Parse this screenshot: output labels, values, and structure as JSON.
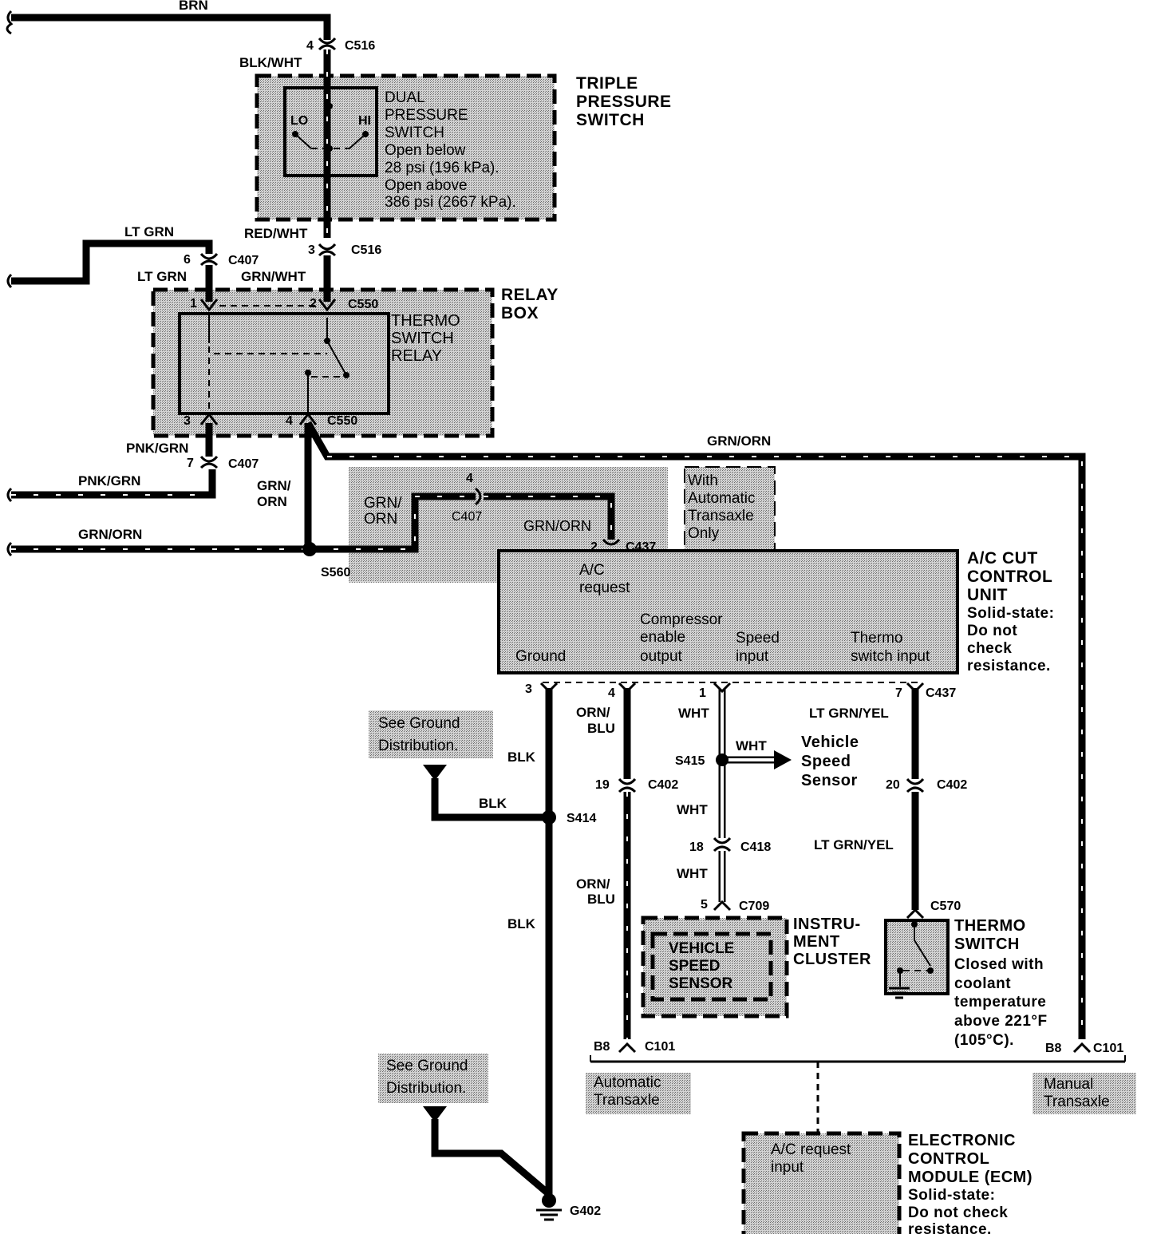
{
  "components": {
    "triple_pressure_switch": [
      "TRIPLE",
      "PRESSURE",
      "SWITCH"
    ],
    "dual_pressure_switch": [
      "DUAL",
      "PRESSURE",
      "SWITCH",
      "Open below",
      "28 psi (196 kPa).",
      "Open above",
      "386 psi (2667 kPa)."
    ],
    "switch_lo": "LO",
    "switch_hi": "HI",
    "relay_box": [
      "RELAY",
      "BOX"
    ],
    "thermo_switch_relay": [
      "THERMO",
      "SWITCH",
      "RELAY"
    ],
    "ac_cut_control_unit": [
      "A/C CUT",
      "CONTROL",
      "UNIT",
      "Solid-state:",
      "Do not",
      "check",
      "resistance."
    ],
    "ac_cut_inputs": {
      "ac_request": [
        "A/C",
        "request"
      ],
      "compressor": [
        "Compressor",
        "enable",
        "output"
      ],
      "speed": [
        "Speed",
        "input"
      ],
      "thermo": [
        "Thermo",
        "switch input"
      ],
      "ground": "Ground"
    },
    "automatic_only": [
      "With",
      "Automatic",
      "Transaxle",
      "Only"
    ],
    "vehicle_speed_sensor_out": [
      "Vehicle",
      "Speed",
      "Sensor"
    ],
    "instrument_cluster": [
      "INSTRU-",
      "MENT",
      "CLUSTER"
    ],
    "vss_box": [
      "VEHICLE",
      "SPEED",
      "SENSOR"
    ],
    "thermo_switch": [
      "THERMO",
      "SWITCH",
      "Closed with",
      "coolant",
      "temperature",
      "above 221°F",
      "(105°C)."
    ],
    "see_ground_1": [
      "See Ground",
      "Distribution."
    ],
    "see_ground_2": [
      "See Ground",
      "Distribution."
    ],
    "automatic_transaxle": [
      "Automatic",
      "Transaxle"
    ],
    "manual_transaxle": [
      "Manual",
      "Transaxle"
    ],
    "ecm": [
      "ELECTRONIC",
      "CONTROL",
      "MODULE (ECM)",
      "Solid-state:",
      "Do not check",
      "resistance."
    ],
    "ecm_input": [
      "A/C request",
      "input"
    ]
  },
  "wire_colors": {
    "brn": "BRN",
    "blk_wht": "BLK/WHT",
    "red_wht": "RED/WHT",
    "lt_grn_top": "LT GRN",
    "lt_grn": "LT GRN",
    "grn_wht": "GRN/WHT",
    "pnk_grn_1": "PNK/GRN",
    "pnk_grn_2": "PNK/GRN",
    "grn_orn_top": "GRN/ORN",
    "grn_orn_vert": [
      "GRN/",
      "ORN"
    ],
    "grn_orn_left": "GRN/ORN",
    "grn_orn_shaded": [
      "GRN/",
      "ORN"
    ],
    "grn_orn_c437": "GRN/ORN",
    "blk_1": "BLK",
    "blk_2": "BLK",
    "blk_3": "BLK",
    "orn_blu_1": [
      "ORN/",
      "BLU"
    ],
    "orn_blu_2": [
      "ORN/",
      "BLU"
    ],
    "wht_1": "WHT",
    "wht_2": "WHT",
    "wht_3": "WHT",
    "wht_4": "WHT",
    "lt_grn_yel_1": "LT GRN/YEL",
    "lt_grn_yel_2": "LT GRN/YEL"
  },
  "connectors": {
    "c516": "C516",
    "c407": "C407",
    "c550": "C550",
    "c437": "C437",
    "c402": "C402",
    "c418": "C418",
    "c709": "C709",
    "c570": "C570",
    "c101": "C101"
  },
  "pins": {
    "p4": "4",
    "p3": "3",
    "p6": "6",
    "p1": "1",
    "p2": "2",
    "p7": "7",
    "p19": "19",
    "p20": "20",
    "p18": "18",
    "p5": "5",
    "b8": "B8"
  },
  "splices": {
    "s560": "S560",
    "s414": "S414",
    "s415": "S415",
    "g402": "G402"
  },
  "colors": {
    "wire": "#000000",
    "background": "#ffffff",
    "shade": "#9a9a9a"
  }
}
